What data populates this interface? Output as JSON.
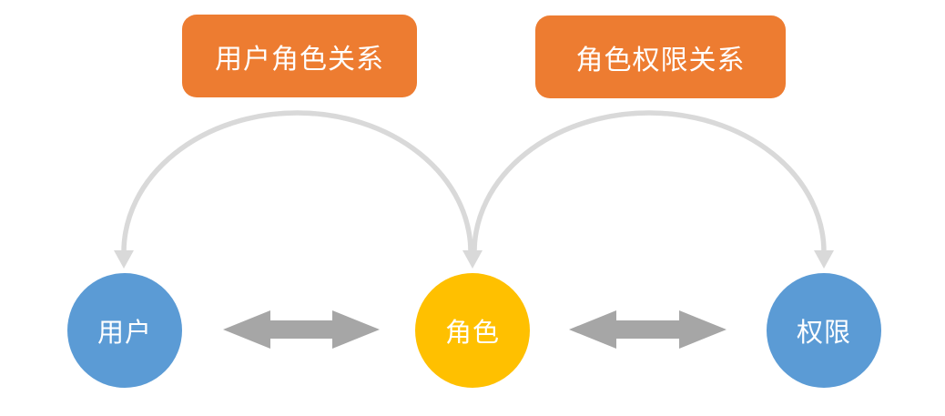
{
  "diagram": {
    "relationship_labels": [
      {
        "id": "user-role",
        "label": "用户角色关系"
      },
      {
        "id": "role-permission",
        "label": "角色权限关系"
      }
    ],
    "nodes": [
      {
        "id": "user",
        "label": "用户"
      },
      {
        "id": "role",
        "label": "角色"
      },
      {
        "id": "permission",
        "label": "权限"
      }
    ]
  },
  "colors": {
    "label_box_orange": "#ED7C31",
    "node_blue": "#5B9BD5",
    "node_gold": "#FFC000",
    "double_arrow_gray": "#A6A6A6",
    "curved_arrow_gray": "#D9D9D9",
    "text_white": "#FFFFFF"
  }
}
